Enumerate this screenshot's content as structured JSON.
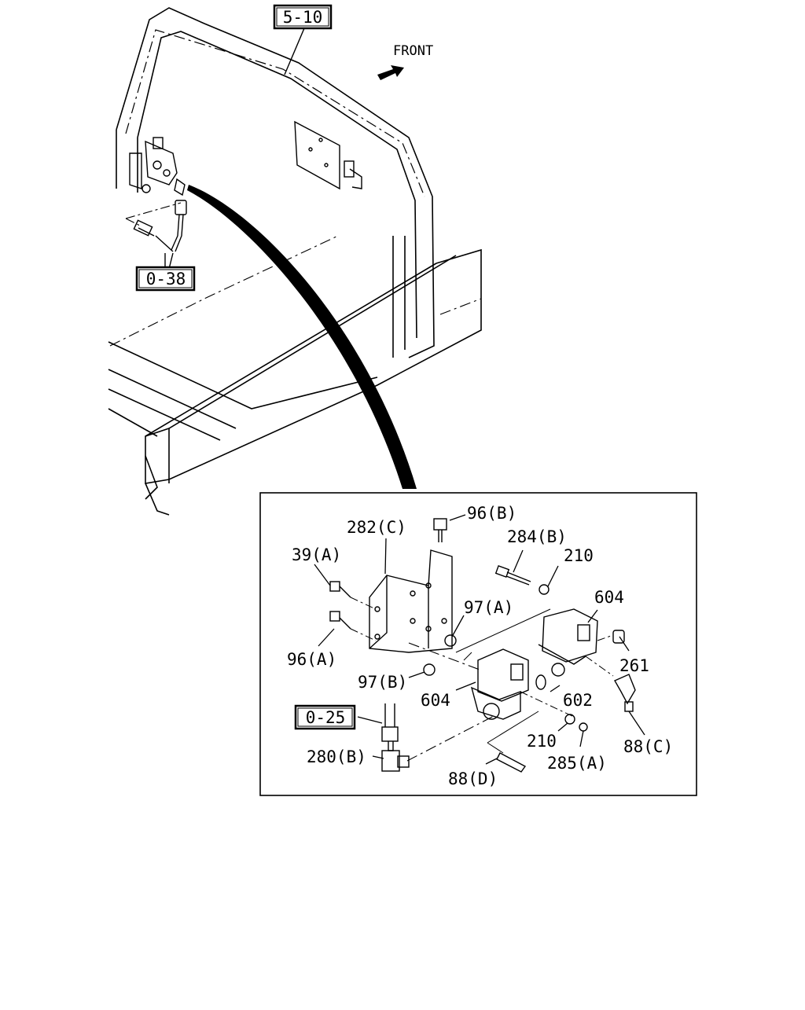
{
  "diagram": {
    "direction_label": "FRONT",
    "references": {
      "top": "5-10",
      "left": "0-38",
      "detail": "0-25"
    },
    "callouts": {
      "p96b": "96(B)",
      "p282c": "282(C)",
      "p284b": "284(B)",
      "p39a": "39(A)",
      "p210_top": "210",
      "p604_top": "604",
      "p97a": "97(A)",
      "p261": "261",
      "p96a": "96(A)",
      "p97b": "97(B)",
      "p604_low": "604",
      "p602": "602",
      "p210_low": "210",
      "p88c": "88(C)",
      "p285a": "285(A)",
      "p280b": "280(B)",
      "p88d": "88(D)"
    }
  }
}
